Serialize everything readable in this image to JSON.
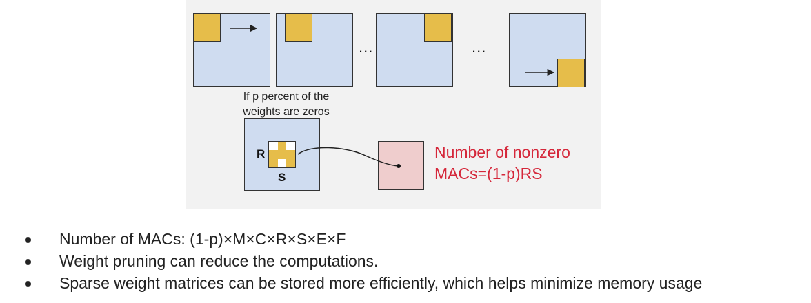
{
  "diagram": {
    "dots_label": "...",
    "caption": "If p percent of the weights are zeros",
    "filter_row_label": "R",
    "filter_col_label": "S",
    "macs_note": [
      "Number of nonzero",
      "MACs=(1-p)RS"
    ],
    "colors": {
      "input_fill": "#cfdcf0",
      "filter_fill": "#e6bd4a",
      "output_fill": "#efcdcd",
      "note_text": "#d5273a",
      "panel_bg": "#f2f2f2"
    }
  },
  "bullets": [
    "Number of MACs: (1-p)×M×C×R×S×E×F",
    "Weight pruning can reduce the computations.",
    "Sparse weight matrices can be stored more efficiently, which helps minimize memory usage"
  ]
}
